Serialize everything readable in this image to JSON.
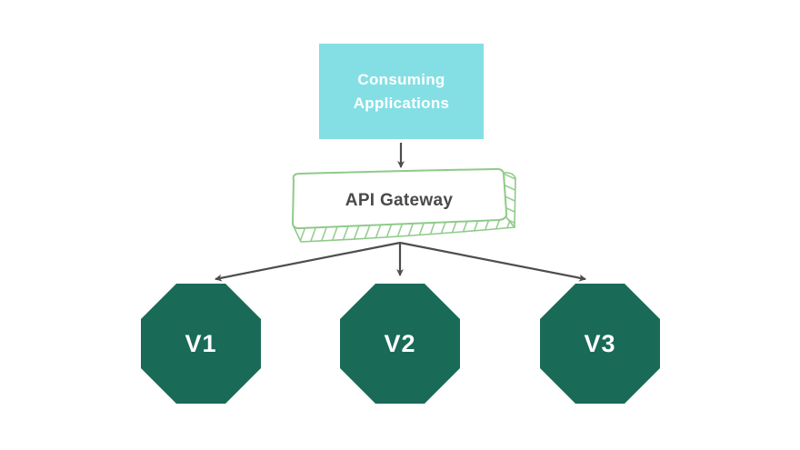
{
  "diagram": {
    "nodes": {
      "consuming_applications": {
        "label": "Consuming Applications"
      },
      "api_gateway": {
        "label": "API Gateway"
      },
      "services": [
        {
          "label": "V1"
        },
        {
          "label": "V2"
        },
        {
          "label": "V3"
        }
      ]
    },
    "edges": [
      {
        "from": "consuming_applications",
        "to": "api_gateway"
      },
      {
        "from": "api_gateway",
        "to": "V1"
      },
      {
        "from": "api_gateway",
        "to": "V2"
      },
      {
        "from": "api_gateway",
        "to": "V3"
      }
    ]
  },
  "colors": {
    "cyan_box": "#84dfe4",
    "cyan_box_text": "#ffffff",
    "sketch_green": "#8fca8a",
    "node_green": "#1a6a58",
    "node_text": "#ffffff",
    "arrow_gray": "#4d4d4d",
    "gateway_text": "#4a4a4a",
    "background": "#ffffff"
  }
}
